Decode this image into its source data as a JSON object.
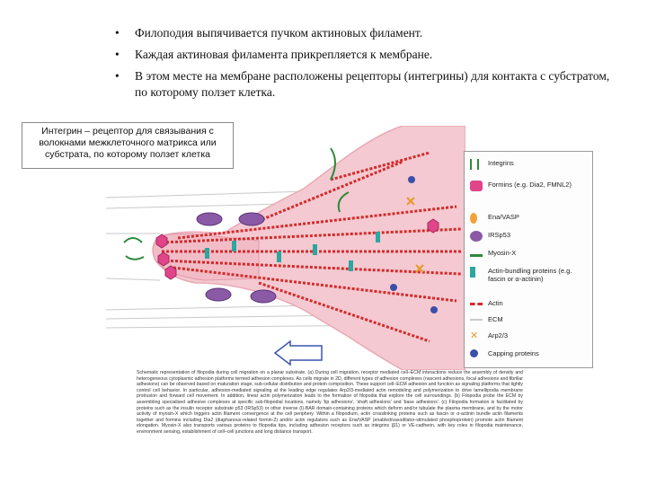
{
  "bullets": [
    "Филоподия выпячивается пучком актиновых филамент.",
    "Каждая актиновая филамента прикрепляется к мембране.",
    "В этом месте на мембране расположены рецепторы (интегрины) для контакта с субстратом, по которому ползет клетка."
  ],
  "callout": "Интегрин – рецептор для связывания с волокнами межклеточного матрикса или субстрата, по которому ползет клетка",
  "legend": [
    {
      "label": "Integrins",
      "icon": "integrin-icon"
    },
    {
      "label": "Formins (e.g. Dia2, FMNL2)",
      "icon": "formin-icon"
    },
    {
      "label": "Ena/VASP",
      "icon": "ena-vasp-icon"
    },
    {
      "label": "IRSp53",
      "icon": "irsp53-icon"
    },
    {
      "label": "Myosin-X",
      "icon": "myosin-x-icon"
    },
    {
      "label": "Actin-bundling proteins (e.g. fascin or α-actinin)",
      "icon": "actin-bundling-icon"
    },
    {
      "label": "Actin",
      "icon": "actin-icon"
    },
    {
      "label": "ECM",
      "icon": "ecm-icon"
    },
    {
      "label": "Arp2/3",
      "icon": "arp23-icon"
    },
    {
      "label": "Capping proteins",
      "icon": "capping-protein-icon"
    }
  ],
  "caption": "Schematic representation of filopodia during cell migration on a planar substrate. (a) During cell migration, receptor mediated cell–ECM interactions reduce the assembly of density and heterogeneous cytoplasmic adhesion platforms termed adhesion complexes. As cells migrate in 2D, different types of adhesion complexes (nascent adhesions, focal adhesions and fibrillar adhesions) can be observed based on maturation stage, sub-cellular distribution and protein composition. These support cell–ECM adhesion and function as signaling platforms that tightly control cell behavior. In particular, adhesion-mediated signaling at the leading edge regulates Arp2/3-mediated actin remodeling and polymerization to drive lamellipodia membrane protrusion and forward cell movement. In addition, linear actin polymerization leads to the formation of filopodia that explore the cell surroundings. (b) Filopodia probe the ECM by assembling specialised adhesive complexes at specific sub-filopodial locations, namely 'tip adhesions', 'shaft adhesions' and 'base adhesions'. (c) Filopodia formation is facilitated by proteins such as the insulin receptor substrate p53 (IRSp53) or other inverse (I)-BAR domain-containing proteins which deform and/or tubulate the plasma membrane, and by the motor activity of myosin-X which triggers actin filament convergence at the cell periphery. Within a filopodium, actin crosslinking proteins such as fascin or α-actinin bundle actin filaments together and formins including Dia2 (diaphanous-related formin-2) and/or actin regulators such as Ena/VASP (enabled/vasodilator-stimulated phosphoprotein) promote actin filament elongation. Myosin-X also transports various proteins to filopodia tips, including adhesion receptors such as integrins (β1) or VE-cadherin, with key roles in filopodia maintenance, environment sensing, establishment of cell–cell junctions and long distance transport."
}
